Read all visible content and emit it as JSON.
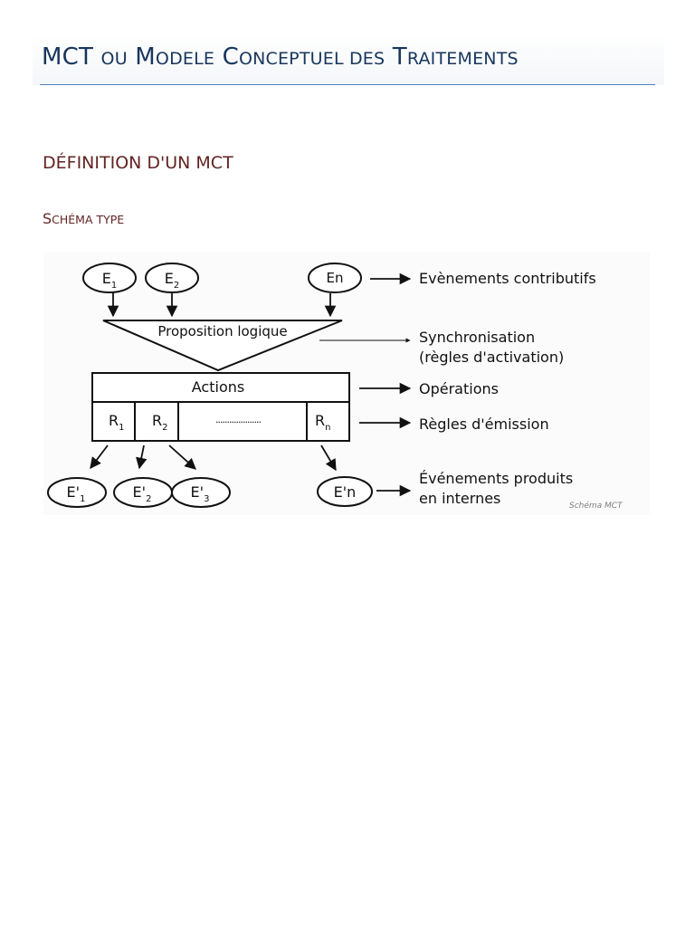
{
  "document": {
    "title": {
      "part1": "MCT",
      "part2": "OU",
      "part3": "M",
      "part4": "ODELE",
      "part5": "C",
      "part6": "ONCEPTUEL DES",
      "part7": "T",
      "part8": "RAITEMENTS"
    },
    "heading1": "DÉFINITION D'UN MCT",
    "heading2": {
      "part1": "S",
      "part2": "CHÉMA TYPE"
    }
  },
  "figure": {
    "inputs": {
      "e1": {
        "base": "E",
        "sub": "1"
      },
      "e2": {
        "base": "E",
        "sub": "2"
      },
      "en": "En"
    },
    "proposition": "Proposition logique",
    "actions": "Actions",
    "rules": {
      "r1": {
        "base": "R",
        "sub": "1"
      },
      "r2": {
        "base": "R",
        "sub": "2"
      },
      "dots": "....................",
      "rn": {
        "base": "R",
        "sub": "n"
      }
    },
    "outputs": {
      "o1": {
        "base": "E'",
        "sub": "1"
      },
      "o2": {
        "base": "E'",
        "sub": "2"
      },
      "o3": {
        "base": "E'",
        "sub": "3"
      },
      "on": "E'n"
    },
    "labels": {
      "contributifs": "Evènements contributifs",
      "sync_line1": "Synchronisation",
      "sync_line2": "(règles d'activation)",
      "operations": "Opérations",
      "emission": "Règles d'émission",
      "produits_line1": "Événements produits",
      "produits_line2": "en internes"
    },
    "caption": "Schéma MCT"
  }
}
